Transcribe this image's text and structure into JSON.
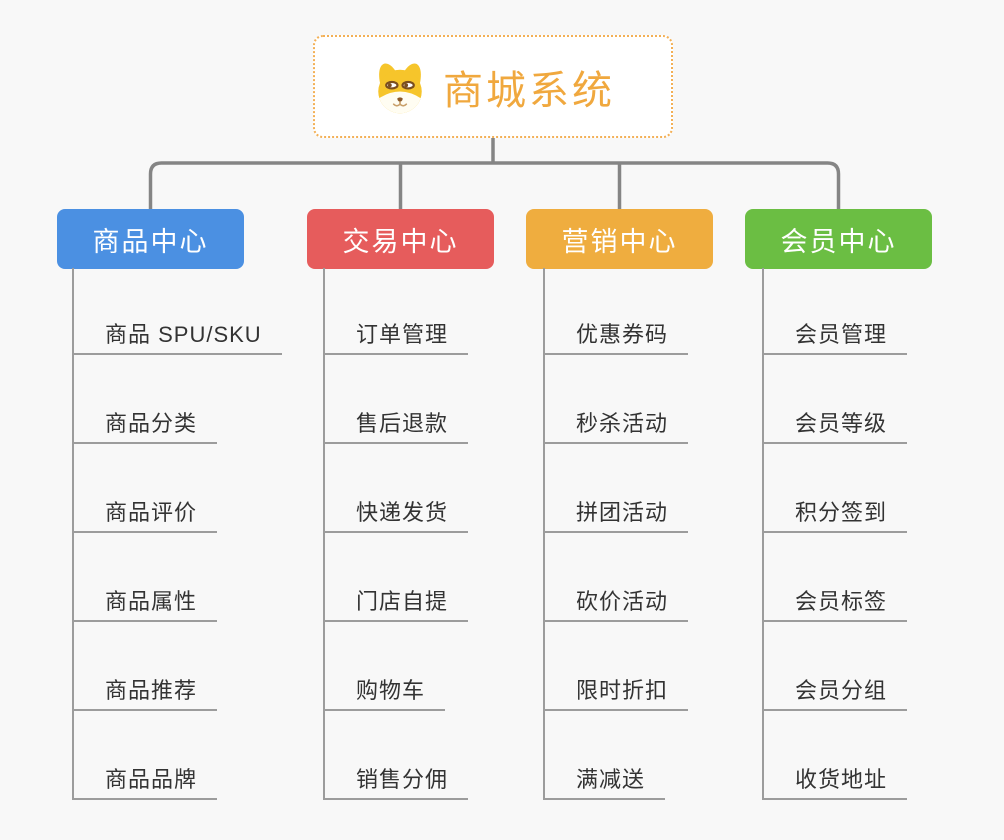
{
  "root": {
    "title": "商城系统",
    "icon": "shiba-dog-icon"
  },
  "colors": {
    "background": "#F8F8F8",
    "root_border": "#F3B056",
    "root_text": "#F0A83E",
    "connector_gray": "#858585",
    "branch_line_gray": "#9C9C9C",
    "leaf_text": "#333333",
    "branch_blue": "#4B90E2",
    "branch_red": "#E65C5C",
    "branch_orange": "#EFAD3F",
    "branch_green": "#6BBE43"
  },
  "branches": [
    {
      "label": "商品中心",
      "color": "#4B90E2",
      "items": [
        "商品 SPU/SKU",
        "商品分类",
        "商品评价",
        "商品属性",
        "商品推荐",
        "商品品牌"
      ]
    },
    {
      "label": "交易中心",
      "color": "#E65C5C",
      "items": [
        "订单管理",
        "售后退款",
        "快递发货",
        "门店自提",
        "购物车",
        "销售分佣"
      ]
    },
    {
      "label": "营销中心",
      "color": "#EFAD3F",
      "items": [
        "优惠券码",
        "秒杀活动",
        "拼团活动",
        "砍价活动",
        "限时折扣",
        "满减送"
      ]
    },
    {
      "label": "会员中心",
      "color": "#6BBE43",
      "items": [
        "会员管理",
        "会员等级",
        "积分签到",
        "会员标签",
        "会员分组",
        "收货地址"
      ]
    }
  ]
}
